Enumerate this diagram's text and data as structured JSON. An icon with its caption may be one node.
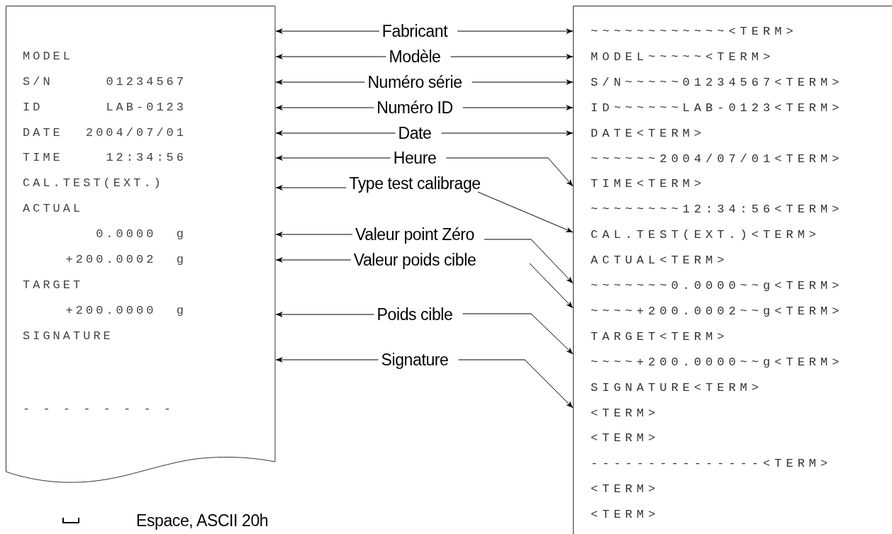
{
  "diagram": {
    "nodes": [
      {
        "text": [
          "MODEL",
          "S/N",
          "01234567",
          "ID",
          "LAB-0123",
          "DATE",
          "2004/07/01",
          "TIME",
          "12:34:56",
          "CAL.TEST(EXT.)",
          "ACTUAL",
          "0.0000  g",
          "+200.0002  g",
          "TARGET",
          "+200.0000  g",
          "SIGNATURE",
          "- - - - - - - -"
        ]
      },
      {
        "text": [
          "Fabricant"
        ]
      },
      {
        "text": [
          "Modèle"
        ]
      },
      {
        "text": [
          "Numéro série"
        ]
      },
      {
        "text": [
          "Numéro ID"
        ]
      },
      {
        "text": [
          "Date"
        ]
      },
      {
        "text": [
          "Heure"
        ]
      },
      {
        "text": [
          "Type test calibrage"
        ]
      },
      {
        "text": [
          "Valeur point Zéro"
        ]
      },
      {
        "text": [
          "Valeur poids cible"
        ]
      },
      {
        "text": [
          "Poids cible"
        ]
      },
      {
        "text": [
          "Signature"
        ]
      },
      {
        "text": [
          "~~~~~~~~~~~~<TERM>",
          "MODEL~~~~~<TERM>",
          "S/N~~~~~01234567<TERM>",
          "ID~~~~~~LAB-0123<TERM>",
          "DATE<TERM>",
          "~~~~~~2004/07/01<TERM>",
          "TIME<TERM>",
          "~~~~~~~~12:34:56<TERM>",
          "CAL.TEST(EXT.)<TERM>",
          "ACTUAL<TERM>",
          "~~~~~~~0.0000~~g<TERM>",
          "~~~~+200.0002~~g<TERM>",
          "TARGET<TERM>",
          "~~~~+200.0000~~g<TERM>",
          "SIGNATURE<TERM>",
          "<TERM>",
          "<TERM>",
          "---------------<TERM>",
          "<TERM>",
          "<TERM>"
        ]
      }
    ],
    "edges": [
      {
        "from": 1,
        "to": 0,
        "arrow": "to"
      },
      {
        "from": 1,
        "to": 12,
        "arrow": "to"
      },
      {
        "from": 2,
        "to": 0,
        "arrow": "to"
      },
      {
        "from": 2,
        "to": 12,
        "arrow": "to"
      },
      {
        "from": 3,
        "to": 0,
        "arrow": "to"
      },
      {
        "from": 3,
        "to": 12,
        "arrow": "to"
      },
      {
        "from": 4,
        "to": 0,
        "arrow": "to"
      },
      {
        "from": 4,
        "to": 12,
        "arrow": "to"
      },
      {
        "from": 5,
        "to": 0,
        "arrow": "to"
      },
      {
        "from": 5,
        "to": 12,
        "arrow": "to"
      },
      {
        "from": 6,
        "to": 0,
        "arrow": "to"
      },
      {
        "from": 6,
        "to": 12,
        "arrow": "to"
      },
      {
        "from": 7,
        "to": 0,
        "arrow": "to"
      },
      {
        "from": 7,
        "to": 12,
        "arrow": "to"
      },
      {
        "from": 8,
        "to": 0,
        "arrow": "to"
      },
      {
        "from": 8,
        "to": 12,
        "arrow": "to"
      },
      {
        "from": 9,
        "to": 0,
        "arrow": "to"
      },
      {
        "from": 9,
        "to": 12,
        "arrow": "to"
      },
      {
        "from": 10,
        "to": 0,
        "arrow": "to"
      },
      {
        "from": 10,
        "to": 12,
        "arrow": "to"
      },
      {
        "from": 11,
        "to": 0,
        "arrow": "to"
      },
      {
        "from": 11,
        "to": 12,
        "arrow": "to"
      }
    ],
    "legend": [
      {
        "text": "Espace, ASCII 20h"
      }
    ]
  }
}
